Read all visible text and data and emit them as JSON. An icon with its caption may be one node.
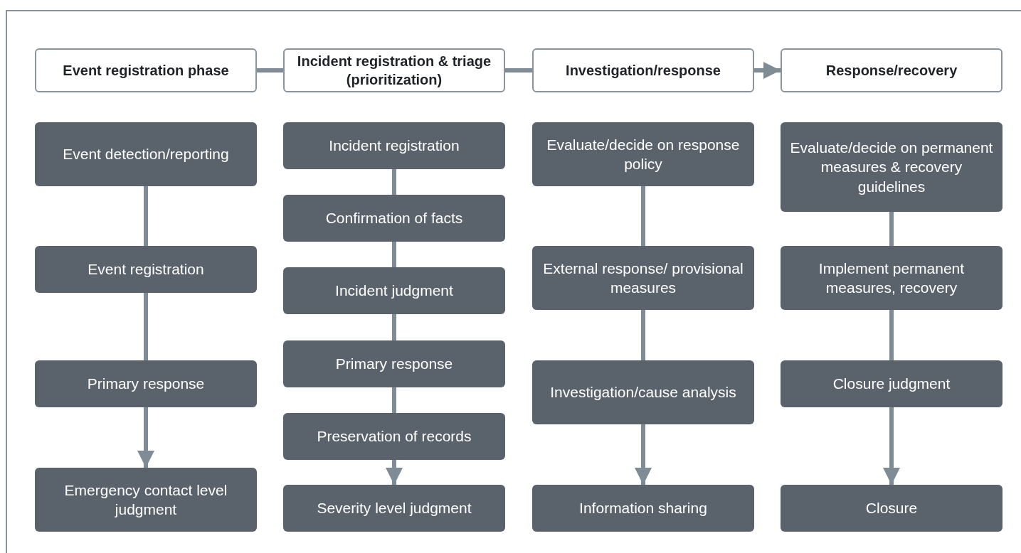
{
  "diagram": {
    "nodes": [
      {
        "text": [
          "Event registration phase"
        ]
      },
      {
        "text": [
          "Incident registration & triage (prioritization)"
        ]
      },
      {
        "text": [
          "Investigation/response"
        ]
      },
      {
        "text": [
          "Response/recovery"
        ]
      },
      {
        "text": [
          "Event detection/reporting"
        ]
      },
      {
        "text": [
          "Event registration"
        ]
      },
      {
        "text": [
          "Primary response"
        ]
      },
      {
        "text": [
          "Emergency contact level judgment"
        ]
      },
      {
        "text": [
          "Incident registration"
        ]
      },
      {
        "text": [
          "Confirmation of facts"
        ]
      },
      {
        "text": [
          "Incident judgment"
        ]
      },
      {
        "text": [
          "Primary response"
        ]
      },
      {
        "text": [
          "Preservation of records"
        ]
      },
      {
        "text": [
          "Severity level judgment"
        ]
      },
      {
        "text": [
          "Evaluate/decide on response policy"
        ]
      },
      {
        "text": [
          "External response/ provisional measures"
        ]
      },
      {
        "text": [
          "Investigation/cause analysis"
        ]
      },
      {
        "text": [
          "Information sharing"
        ]
      },
      {
        "text": [
          "Evaluate/decide on permanent measures & recovery guidelines"
        ]
      },
      {
        "text": [
          "Implement permanent measures, recovery"
        ]
      },
      {
        "text": [
          "Closure judgment"
        ]
      },
      {
        "text": [
          "Closure"
        ]
      }
    ],
    "edges": [
      {
        "from": 0,
        "to": 1,
        "arrow": "none"
      },
      {
        "from": 1,
        "to": 2,
        "arrow": "none"
      },
      {
        "from": 2,
        "to": 3,
        "arrow": "to"
      },
      {
        "from": 4,
        "to": 5,
        "arrow": "none"
      },
      {
        "from": 5,
        "to": 6,
        "arrow": "none"
      },
      {
        "from": 6,
        "to": 7,
        "arrow": "to"
      },
      {
        "from": 8,
        "to": 9,
        "arrow": "none"
      },
      {
        "from": 9,
        "to": 10,
        "arrow": "none"
      },
      {
        "from": 10,
        "to": 11,
        "arrow": "none"
      },
      {
        "from": 11,
        "to": 12,
        "arrow": "none"
      },
      {
        "from": 12,
        "to": 13,
        "arrow": "to"
      },
      {
        "from": 14,
        "to": 15,
        "arrow": "none"
      },
      {
        "from": 15,
        "to": 16,
        "arrow": "none"
      },
      {
        "from": 16,
        "to": 17,
        "arrow": "to"
      },
      {
        "from": 18,
        "to": 19,
        "arrow": "none"
      },
      {
        "from": 19,
        "to": 20,
        "arrow": "none"
      },
      {
        "from": 20,
        "to": 21,
        "arrow": "to"
      }
    ]
  }
}
